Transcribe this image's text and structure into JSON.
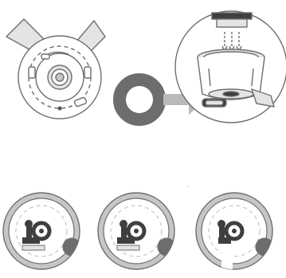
{
  "figure": {
    "palette": {
      "line": "#6e6e6e",
      "light_fill": "#e4e4e4",
      "mid_fill": "#c6c6c6",
      "dark_fill": "#3f3f3f",
      "ring_fill": "#6d6d6d",
      "arrow": "#b9b9b9",
      "background": "#ffffff"
    },
    "panels": [
      {
        "id": "base",
        "icon": "slow-juicer-base-top-view"
      },
      {
        "id": "seal",
        "icon": "rubber-seal-ring"
      },
      {
        "id": "arrow",
        "icon": "right-arrow"
      },
      {
        "id": "install",
        "icon": "seal-installed-in-bowl-magnified"
      },
      {
        "id": "step-1",
        "icon": "seal-position-check-1"
      },
      {
        "id": "step-2",
        "icon": "seal-position-check-2"
      },
      {
        "id": "step-3",
        "icon": "seal-position-check-3"
      }
    ]
  }
}
